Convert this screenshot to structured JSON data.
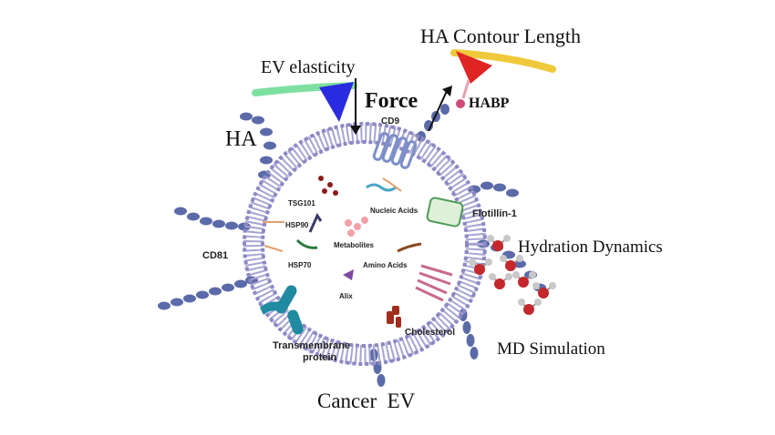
{
  "labels": {
    "ha_contour_length": "HA Contour Length",
    "ev_elasticity": "EV elasticity",
    "force": "Force",
    "habp": "HABP",
    "ha": "HA",
    "cd9": "CD9",
    "tsg101": "TSG101",
    "hsp90": "HSP90",
    "nucleic_acids": "Nucleic Acids",
    "flotillin": "Flotillin-1",
    "cd81": "CD81",
    "metabolites": "Metabolites",
    "hsp70": "HSP70",
    "amino_acids": "Amino Acids",
    "alix": "Alix",
    "hydration_dynamics": "Hydration Dynamics",
    "md_simulation": "MD Simulation",
    "cholesterol": "Cholesterol",
    "transmembrane_1": "Transmembrane",
    "transmembrane_2": "protein",
    "cancer_ev": "Cancer  EV"
  },
  "colors": {
    "membrane": "#a7a4d2",
    "membrane_dark": "#7d79b6",
    "ha_chain": "#5b6aa8",
    "cantilever_green": "#7ee0a0",
    "tip_blue": "#2a2ae0",
    "cantilever_yellow": "#f0c93a",
    "tip_red": "#e02424",
    "water_red": "#c4282c",
    "water_grey": "#b8b8b8",
    "flotillin": "#dff0da",
    "transmembrane": "#1f8aa0",
    "cholesterol": "#a02e1c"
  }
}
